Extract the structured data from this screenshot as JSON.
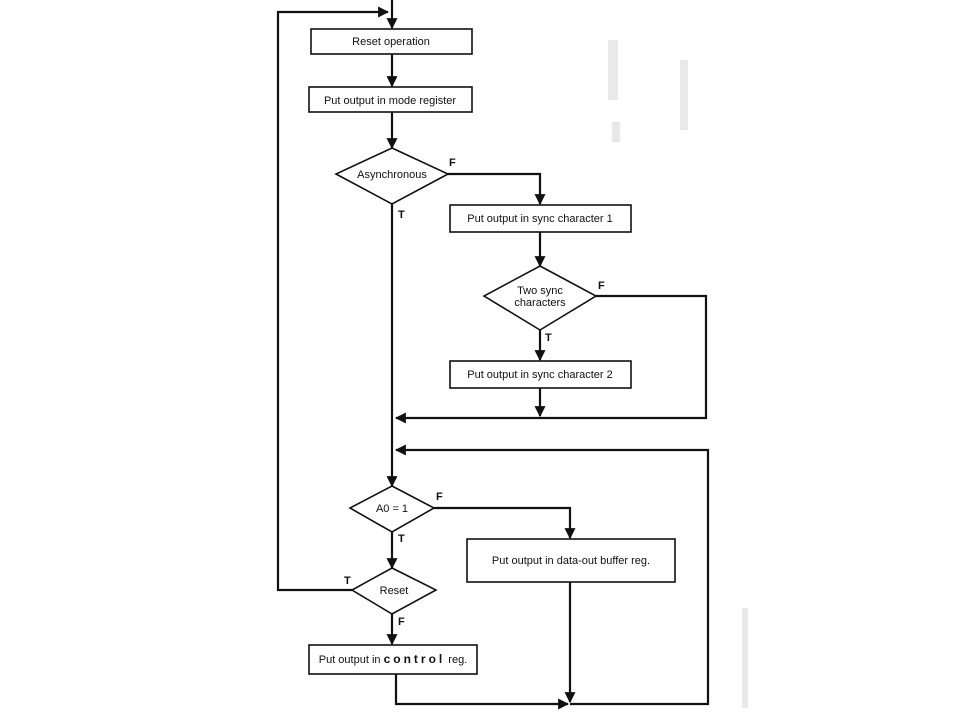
{
  "flowchart": {
    "nodes": {
      "reset_operation": "Reset operation",
      "mode_register": "Put output in mode register",
      "asynchronous": "Asynchronous",
      "sync_char_1": "Put output in sync character 1",
      "two_sync_line1": "Two sync",
      "two_sync_line2": "characters",
      "sync_char_2": "Put output in sync character 2",
      "a0_check": "A0 = 1",
      "data_out": "Put output in data-out buffer reg.",
      "reset_check": "Reset",
      "control_prefix": "Put output in ",
      "control_word": "control",
      "control_suffix": " reg."
    },
    "branch_labels": {
      "async_false": "F",
      "async_true": "T",
      "two_sync_false": "F",
      "two_sync_true": "T",
      "a0_false": "F",
      "a0_true": "T",
      "reset_true": "T",
      "reset_false": "F"
    }
  }
}
